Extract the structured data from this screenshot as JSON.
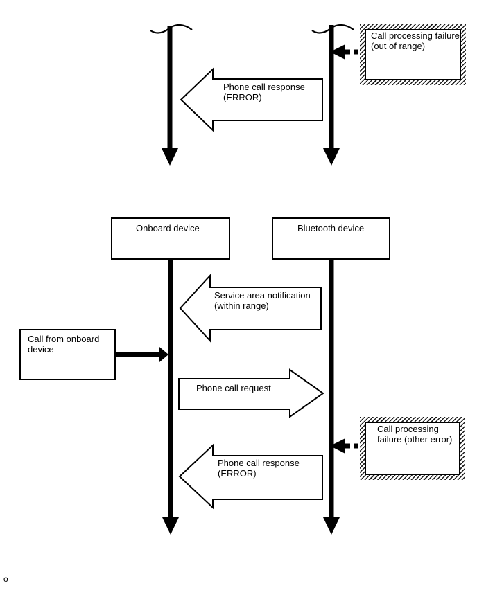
{
  "colors": {
    "ink": "#000000",
    "background": "#ffffff",
    "hatch_stripe": "#1c1c1c"
  },
  "top_sequence": {
    "failure_note": {
      "line1": "Call processing failure",
      "line2": "(out of range)"
    },
    "response_arrow": {
      "line1": "Phone call response",
      "line2": "(ERROR)"
    }
  },
  "bottom_sequence": {
    "onboard_box": {
      "label": "Onboard device"
    },
    "bluetooth_box": {
      "label": "Bluetooth device"
    },
    "service_arrow": {
      "line1": "Service area notification",
      "line2": "(within range)"
    },
    "call_note": {
      "line1": "Call from onboard",
      "line2": "device"
    },
    "request_arrow": {
      "line1": "Phone call request"
    },
    "failure_note": {
      "line1": "Call processing",
      "line2": "failure (other error)"
    },
    "response_arrow": {
      "line1": "Phone call response",
      "line2": "(ERROR)"
    }
  },
  "footer": {
    "mark": "o"
  }
}
